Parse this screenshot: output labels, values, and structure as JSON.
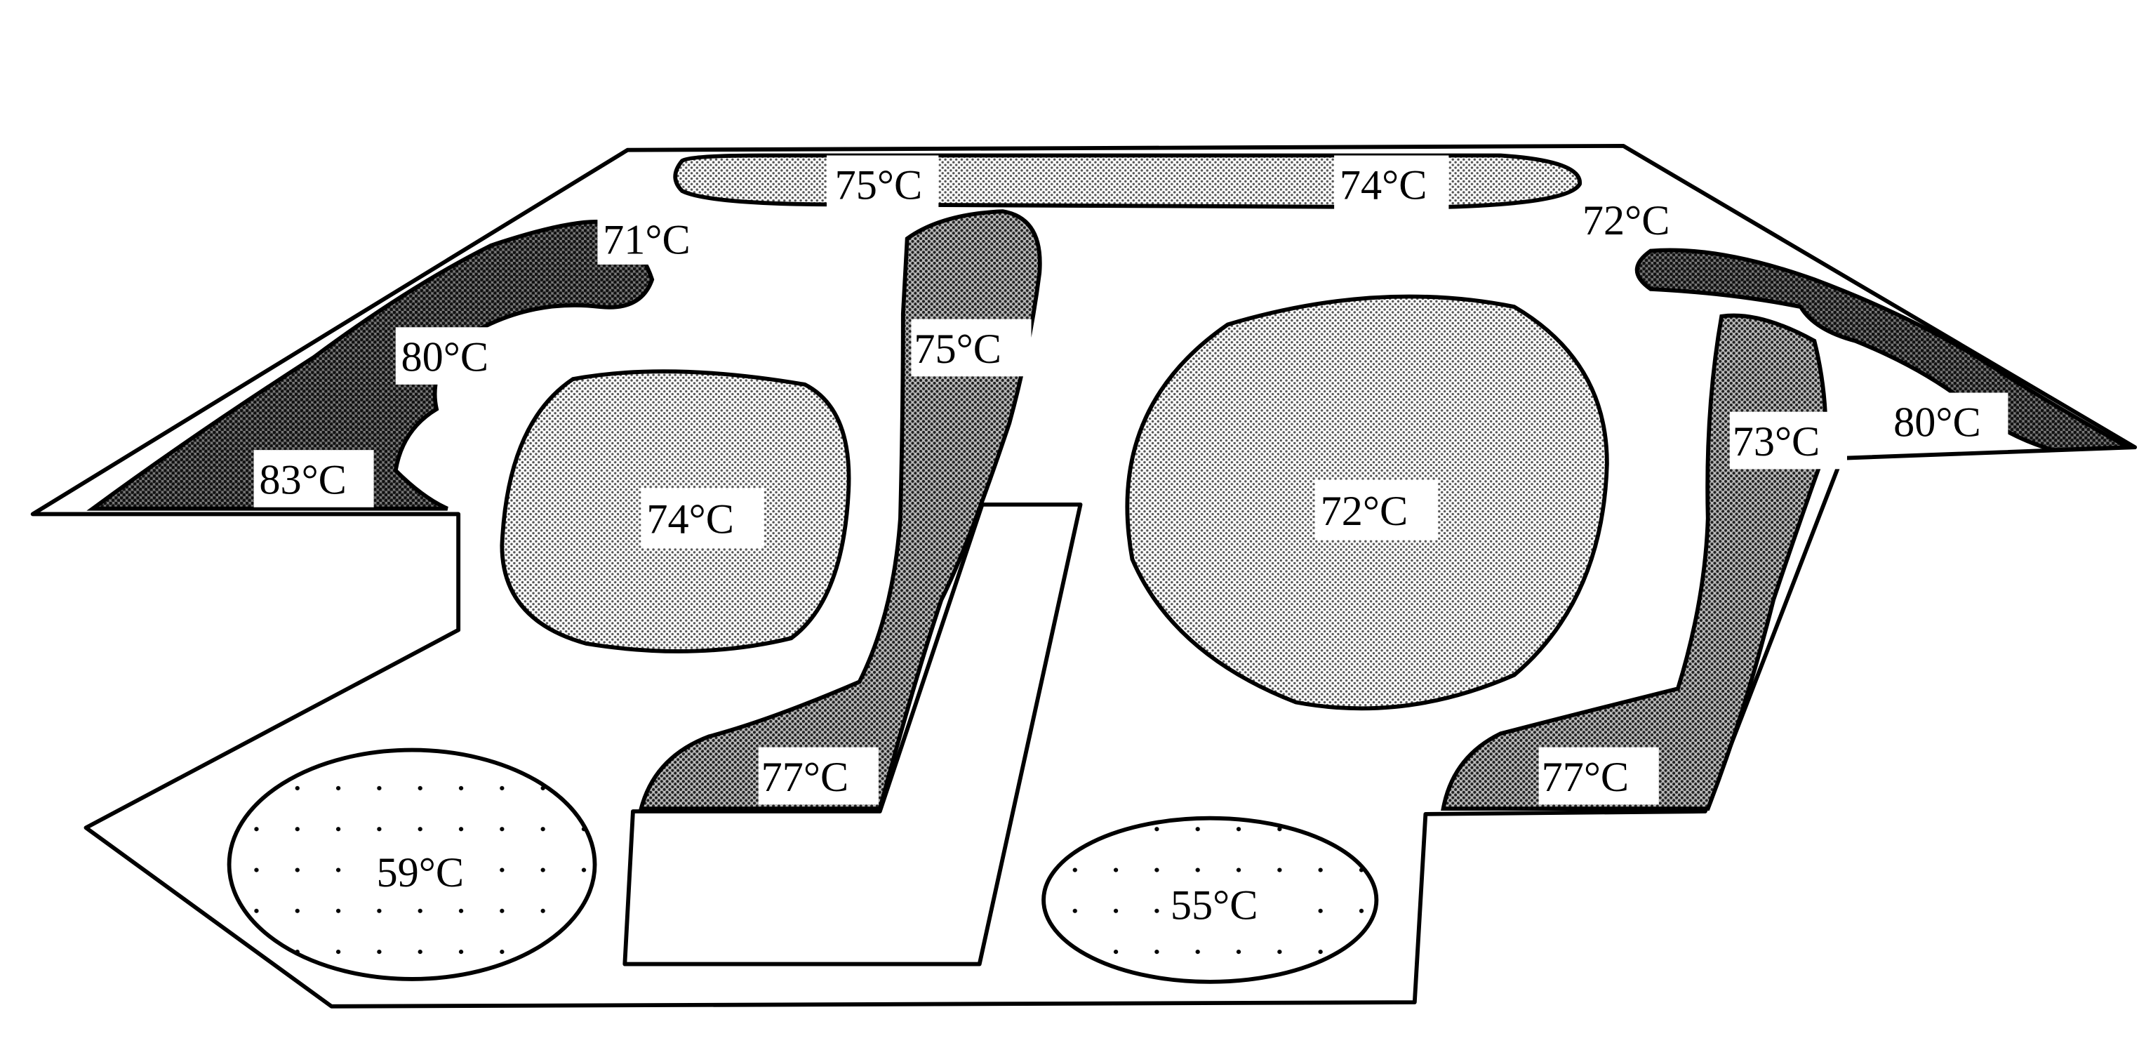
{
  "labels": {
    "top_left": "75°C",
    "top_right": "74°C",
    "upper_left_corner": "71°C",
    "left_middle": "80°C",
    "left_bottom": "83°C",
    "center_column_top": "75°C",
    "left_oval": "74°C",
    "center_column_bottom": "77°C",
    "lower_left_oval": "59°C",
    "upper_right_corner": "72°C",
    "right_column": "73°C",
    "right_wing": "80°C",
    "large_right_oval": "72°C",
    "right_column_bottom": "77°C",
    "lower_center_oval": "55°C"
  },
  "colors": {
    "outline": "#000000",
    "background": "#ffffff",
    "light_shade": "#d9d9d9",
    "medium_shade": "#9a9a9a",
    "dark_shade": "#4a4a4a"
  }
}
